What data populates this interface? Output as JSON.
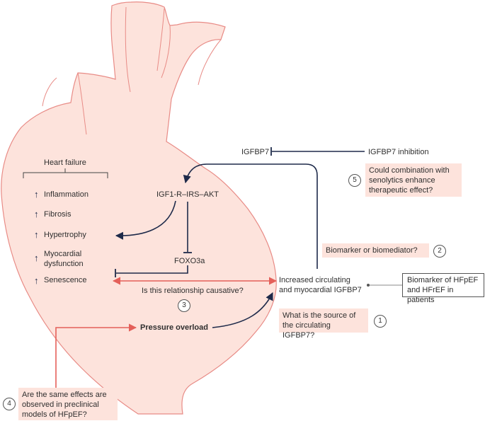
{
  "heart_failure": {
    "title": "Heart failure",
    "items": [
      "Inflammation",
      "Fibrosis",
      "Hypertrophy",
      "Myocardial dysfunction",
      "Senescence"
    ],
    "myocardial_line1": "Myocardial",
    "myocardial_line2": "dysfunction",
    "arrow_glyph": "↑"
  },
  "nodes": {
    "igfbp7": "IGFBP7",
    "igfbp7_inhibition": "IGFBP7 inhibition",
    "pathway": "IGF1-R–IRS–AKT",
    "foxo3a": "FOXO3a",
    "increased_line1": "Increased circulating",
    "increased_line2": "and myocardial IGFBP7",
    "pressure_overload": "Pressure overload",
    "biomarker_box_line1": "Biomarker of HFpEF",
    "biomarker_box_line2": "and HFrEF in patients"
  },
  "questions": {
    "q1": {
      "number": "1",
      "line1": "What is the source of",
      "line2": "the circulating IGFBP7?"
    },
    "q2": {
      "number": "2",
      "line1": "Biomarker or biomediator?"
    },
    "q3": {
      "number": "3",
      "line1": "Is this relationship causative?"
    },
    "q4": {
      "number": "4",
      "line1": "Are the same effects are",
      "line2": "observed in preclinical",
      "line3": "models of HFpEF?"
    },
    "q5": {
      "number": "5",
      "line1": "Could combination with",
      "line2": "senolytics enhance",
      "line3": "therapeutic effect?"
    }
  },
  "colors": {
    "heart_fill": "#fde3dc",
    "heart_outline": "#e88b86",
    "navy_arrow": "#1e2a4a",
    "red_arrow": "#e4605a",
    "question_box": "#fde3dc"
  }
}
